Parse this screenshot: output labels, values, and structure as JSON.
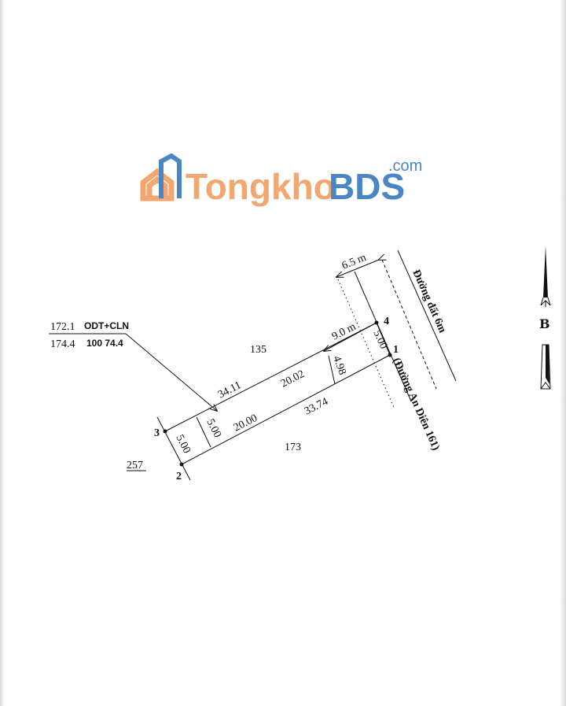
{
  "land_use": {
    "parcel_top": "172.1",
    "type": "ODT+CLN",
    "parcel_bottom": "174.4",
    "area_values": "100 74.4"
  },
  "points": {
    "p1": "1",
    "p2": "2",
    "p3": "3",
    "p4": "4"
  },
  "neighbors": {
    "north": "135",
    "south": "173",
    "west": "257"
  },
  "dimensions": {
    "top_outer": "34.11",
    "top_inner": "20.02",
    "bottom_inner": "20.00",
    "bottom_outer": "33.74",
    "left_edge": "5.00",
    "inner_width": "5.00",
    "right_edge": "5.00",
    "mid_width": "4.98",
    "setback": "9.0 m",
    "road_width": "6.5 m"
  },
  "roads": {
    "dirt_road": "Đường đất 6m",
    "named_road": "(Đường An Diên 161)"
  },
  "watermark": {
    "part1": "Tongkho",
    "part2": "BDS",
    "suffix": ".com",
    "color1": "#f2a770",
    "color2": "#4a86c5"
  },
  "north_arrow": {
    "label": "B",
    "icon": "north-arrow-icon"
  }
}
